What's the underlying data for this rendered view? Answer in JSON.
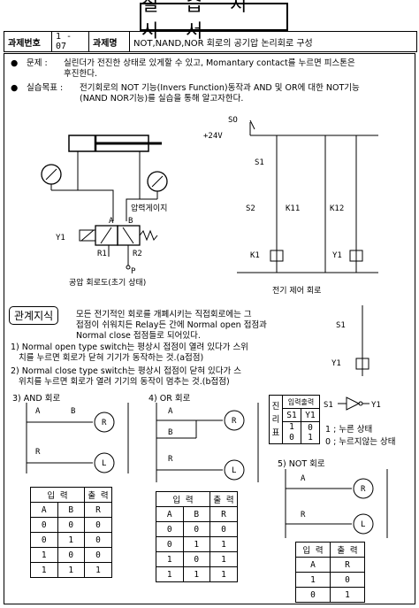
{
  "title": "실 습 지 시 서",
  "header": {
    "no_label": "과제번호",
    "no_value": "1 - 07",
    "name_label": "과제명",
    "name_value": "NOT,NAND,NOR 회로의 공기압 논리회로 구성"
  },
  "problem": {
    "bullet": "●",
    "label": "문제 :",
    "line1": "실린더가 전진한 상태로 있게할 수 있고, Momantary contact를 누르면 피스톤은",
    "line2": "후진한다."
  },
  "goal": {
    "bullet": "●",
    "label": "실습목표 :",
    "line1": "전기회로의 NOT 기능(Invers Function)동작과 AND 및 OR에 대한 NOT기능",
    "line2": "(NAND NOR기능)를 실습을 통해 알고자한다."
  },
  "pneumatic": {
    "gauge_label": "압력게이지",
    "y1": "Y1",
    "port_a": "A",
    "port_b": "B",
    "r1": "R1",
    "r2": "R2",
    "p": "P",
    "caption": "공압 회로도(초기 상태)"
  },
  "electric": {
    "so": "SO",
    "v24": "+24V",
    "s1": "S1",
    "s2": "S2",
    "k11": "K11",
    "k12": "K12",
    "k1": "K1",
    "y1": "Y1",
    "caption": "전기 제어 회로"
  },
  "knowledge": {
    "label": "관계지식",
    "p1": "모든 전기적인 회로를 개폐시키는 직접회로에는 그",
    "p2": "접점이 쉬워치든 Relay든 간에 Normal open 접점과",
    "p3": "Normal close 접점들로 되어있다.",
    "i1a": "1) Normal open type switch는 평상시 접점이 열려 있다가 스위",
    "i1b": "   치를 누르면 회로가 닫혀 기기가 동작하는 것.(a접점)",
    "i2a": "2) Normal close type switch는 평상시 접점이 닫혀 있다가 스",
    "i2b": "   위치를 누르면 회로가 열려 기기의 동작이 멈추는 것.(b접점)"
  },
  "side_circuit": {
    "s1": "S1",
    "y1": "Y1"
  },
  "and_circuit": {
    "title": "3) AND 회로",
    "a": "A",
    "b": "B",
    "r": "R",
    "l": "L",
    "table": {
      "header_in": "입   력",
      "header_out": "출 력",
      "cols": [
        "A",
        "B",
        "R"
      ],
      "rows": [
        [
          "0",
          "0",
          "0"
        ],
        [
          "0",
          "1",
          "0"
        ],
        [
          "1",
          "0",
          "0"
        ],
        [
          "1",
          "1",
          "1"
        ]
      ]
    }
  },
  "or_circuit": {
    "title": "4) OR 회로",
    "a": "A",
    "b": "B",
    "r": "R",
    "l": "L",
    "table": {
      "header_in": "입   력",
      "header_out": "출 력",
      "cols": [
        "A",
        "B",
        "R"
      ],
      "rows": [
        [
          "0",
          "0",
          "0"
        ],
        [
          "0",
          "1",
          "1"
        ],
        [
          "1",
          "0",
          "1"
        ],
        [
          "1",
          "1",
          "1"
        ]
      ]
    }
  },
  "truth_mini": {
    "label": [
      "진",
      "리",
      "표"
    ],
    "header": "입력출력",
    "cols": [
      "S1",
      "Y1"
    ],
    "rows": [
      [
        "1",
        "0"
      ],
      [
        "0",
        "1"
      ]
    ],
    "s1": "S1",
    "y1": "Y1",
    "note1": "1 ; 누른 상태",
    "note2": "0 ; 누르지않는 상태"
  },
  "not_circuit": {
    "title": "5) NOT 회로",
    "a": "A",
    "r": "R",
    "l": "L",
    "table": {
      "header_in": "입 력",
      "header_out": "출 력",
      "cols": [
        "A",
        "R"
      ],
      "rows": [
        [
          "1",
          "0"
        ],
        [
          "0",
          "1"
        ]
      ]
    }
  }
}
